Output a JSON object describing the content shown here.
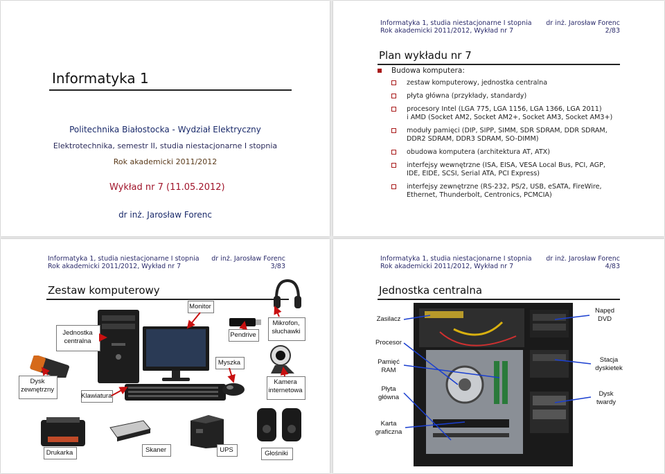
{
  "common": {
    "course_line": "Informatyka 1, studia niestacjonarne I stopnia",
    "year_line": "Rok akademicki 2011/2012, Wykład nr 7",
    "author_header": "dr inż. Jarosław Forenc"
  },
  "slide1": {
    "title": "Informatyka 1",
    "institution": "Politechnika Białostocka - Wydział Elektryczny",
    "program": "Elektrotechnika, semestr II, studia niestacjonarne I stopnia",
    "year": "Rok akademicki 2011/2012",
    "lecture": "Wykład nr 7 (11.05.2012)",
    "author": "dr inż. Jarosław Forenc"
  },
  "slide2": {
    "page": "2/83",
    "title": "Plan wykładu nr 7",
    "main_item": "Budowa komputera:",
    "items": [
      {
        "l1": "zestaw komputerowy, jednostka centralna",
        "l2": ""
      },
      {
        "l1": "płyta główna (przykłady, standardy)",
        "l2": ""
      },
      {
        "l1": "procesory Intel (LGA 775, LGA 1156, LGA 1366, LGA 2011)",
        "l2": "i AMD (Socket AM2, Socket AM2+, Socket AM3, Socket AM3+)"
      },
      {
        "l1": "moduły pamięci (DIP, SIPP, SIMM, SDR SDRAM, DDR SDRAM,",
        "l2": "DDR2 SDRAM, DDR3 SDRAM, SO-DIMM)"
      },
      {
        "l1": "obudowa komputera (architektura AT, ATX)",
        "l2": ""
      },
      {
        "l1": "interfejsy wewnętrzne (ISA, EISA, VESA Local Bus, PCI, AGP,",
        "l2": "IDE, EIDE, SCSI, Serial ATA, PCI Express)"
      },
      {
        "l1": "interfejsy zewnętrzne (RS-232, PS/2, USB, eSATA, FireWire,",
        "l2": "Ethernet, Thunderbolt, Centronics, PCMCIA)"
      }
    ]
  },
  "slide3": {
    "page": "3/83",
    "title": "Zestaw komputerowy",
    "labels": {
      "monitor": "Monitor",
      "unit_l1": "Jednostka",
      "unit_l2": "centralna",
      "pendrive": "Pendrive",
      "mic_l1": "Mikrofon,",
      "mic_l2": "słuchawki",
      "mouse": "Myszka",
      "ext_l1": "Dysk",
      "ext_l2": "zewnętrzny",
      "keyboard": "Klawiatura",
      "cam_l1": "Kamera",
      "cam_l2": "internetowa",
      "printer": "Drukarka",
      "scanner": "Skaner",
      "ups": "UPS",
      "speakers": "Głośniki"
    }
  },
  "slide4": {
    "page": "4/83",
    "title": "Jednostka centralna",
    "labels": {
      "psu": "Zasilacz",
      "cpu": "Procesor",
      "ram_l1": "Pamięć",
      "ram_l2": "RAM",
      "mb_l1": "Płyta",
      "mb_l2": "główna",
      "card_l1": "Karta",
      "card_l2": "graficzna",
      "dvd_l1": "Napęd",
      "dvd_l2": "DVD",
      "bay_l1": "Stacja",
      "bay_l2": "dyskietek",
      "hdd_l1": "Dysk",
      "hdd_l2": "twardy"
    }
  }
}
